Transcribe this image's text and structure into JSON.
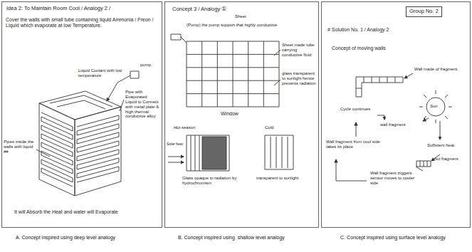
{
  "diagram": {
    "nodes": [
      {
        "text": [
          "Idea 2: To Maintain Room Cool / Analogy 2 /"
        ]
      },
      {
        "text": [
          "Concept 3 / Analogy ①"
        ]
      },
      {
        "text": [
          "Group No. 2"
        ]
      }
    ],
    "labels": [
      "Cover the walls with small tube containing liquid Ammonia / Freon / Liquid which evaporate at low Temperature.",
      "Liquid Coolant with low temperature",
      "pump",
      "Pipe with Evaporated Liquid to Connect with metal plate & high thermal conductive alloy",
      "Pipes inside the walls with liquid ##",
      "It will Absorb the Heat and water will Evaporate",
      "Sheet",
      "(Pump) the pump support that highly conductive",
      "Sheet made tube carrying conductive fluid",
      "glass transparent to sunlight hence prevents radiation",
      "Window",
      "Hot season",
      "Solar heat",
      "Glass opaque to radiation by hydrochromism",
      "Cold",
      "transparent to sunlight",
      "# Solution No. 1 / Analogy 2",
      "Concept of moving walls",
      "Wall made of fragment",
      "Cycle continues",
      "wall fragment",
      "Sufficient heat.",
      "Wall fragment from cool side takes its place",
      "Wall fragment triggers sensor moves to cooler side",
      "hot fragment",
      "Sun",
      "A. Concept inspired using deep level analogy",
      "B. Concept inspired using  shallow level analogy",
      "C. Concept inspired using surface level analogy"
    ]
  }
}
